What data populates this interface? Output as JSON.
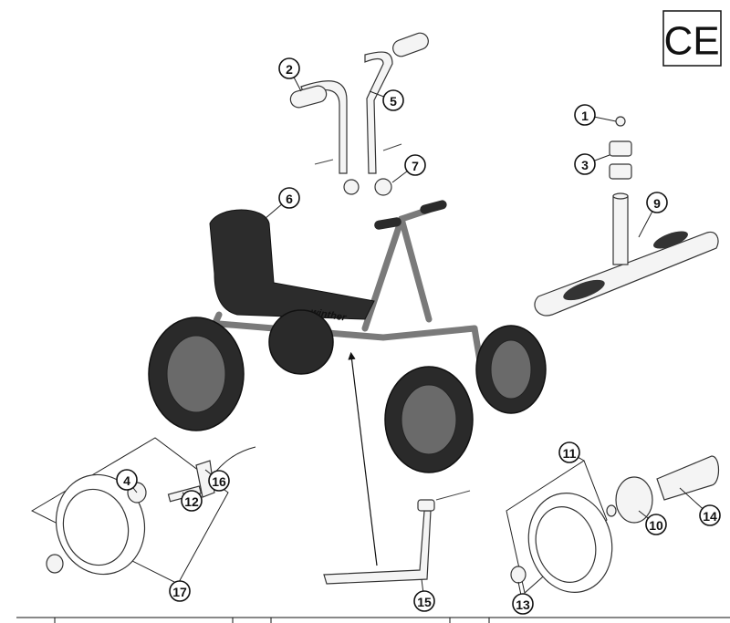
{
  "certification_mark": "CE",
  "frame_logo": "winther",
  "callouts": [
    "1",
    "2",
    "3",
    "4",
    "5",
    "6",
    "7",
    "9",
    "10",
    "11",
    "12",
    "13",
    "14",
    "15",
    "16",
    "17"
  ],
  "colors": {
    "ink": "#111111",
    "frame": "#7a7a7a",
    "tyre": "#2a2a2a"
  }
}
